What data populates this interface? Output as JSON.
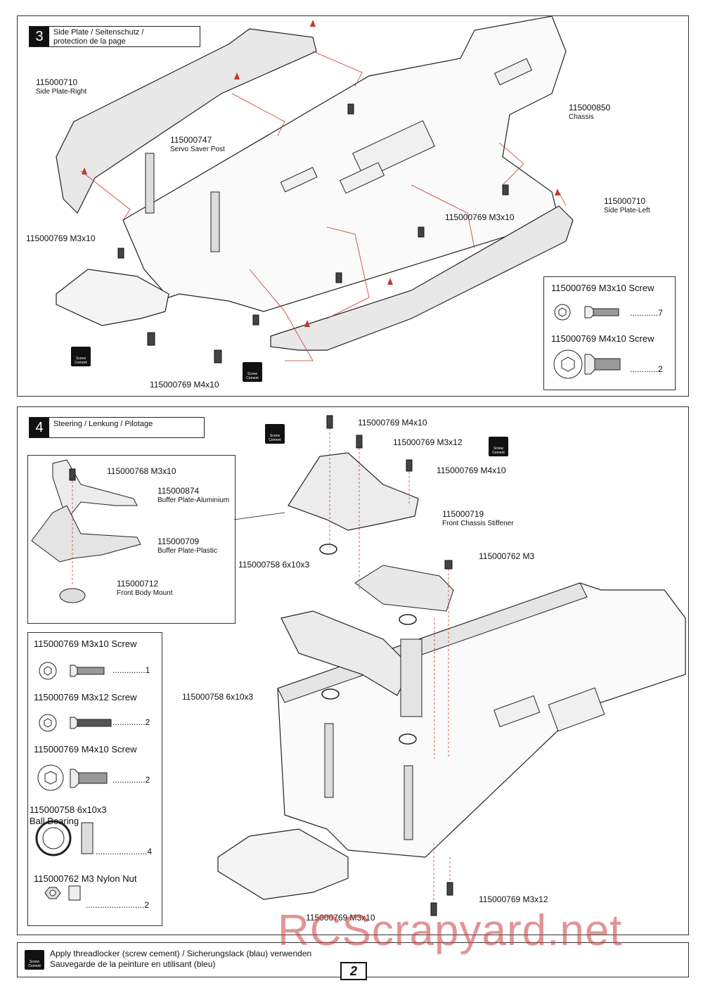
{
  "step3": {
    "number": "3",
    "title_line1": "Side Plate / Seitenschutz /",
    "title_line2": "protection de la page",
    "labels": {
      "side_plate_right_code": "115000710",
      "side_plate_right_name": "Side Plate-Right",
      "servo_post_code": "115000747",
      "servo_post_name": "Servo Saver Post",
      "chassis_code": "115000850",
      "chassis_name": "Chassis",
      "side_plate_left_code": "115000710",
      "side_plate_left_name": "Side Plate-Left",
      "m3x10_left": "115000769  M3x10",
      "m3x10_mid": "115000769  M3x10",
      "m4x10_bottom": "115000769  M4x10"
    },
    "parts_box": {
      "item1_title": "115000769  M3x10 Screw",
      "item1_qty": "............7",
      "item2_title": "115000769  M4x10 Screw",
      "item2_qty": "............2"
    }
  },
  "step4": {
    "number": "4",
    "title": "Steering / Lenkung / Pilotage",
    "labels": {
      "m4x10_top": "115000769  M4x10",
      "m3x12_top": "115000769  M3x12",
      "m4x10_right": "115000769  M4x10",
      "stiffener_code": "115000719",
      "stiffener_name": "Front Chassis Stiffener",
      "nut_label": "115000762  M3",
      "bearing_upper": "115000758  6x10x3",
      "bearing_lower": "115000758  6x10x3",
      "m3x12_bottom": "115000769  M3x12",
      "m3x10_bottom": "115000769  M3x10"
    },
    "inset": {
      "screw": "115000768  M3x10",
      "buffer_alu_code": "115000874",
      "buffer_alu_name": "Buffer Plate-Aluminium",
      "buffer_plastic_code": "115000709",
      "buffer_plastic_name": "Buffer Plate-Plastic",
      "body_mount_code": "115000712",
      "body_mount_name": "Front Body Mount"
    },
    "parts_box": {
      "item1_title": "115000769  M3x10 Screw",
      "item1_qty": "..............1",
      "item2_title": "115000769  M3x12 Screw",
      "item2_qty": "..............2",
      "item3_title": "115000769  M4x10 Screw",
      "item3_qty": "..............2",
      "item4_title": "115000758  6x10x3",
      "item4_subtitle": "Ball Bearing",
      "item4_qty": "......................4",
      "item5_title": "115000762  M3 Nylon Nut",
      "item5_qty": ".........................2"
    }
  },
  "screw_cement_icon_text": "Screw Cement",
  "footer": {
    "line1": "Apply threadlocker (screw cement) / Sicherungslack (blau) verwenden",
    "line2": "Sauvegarde de la peinture en utilisant (bleu)",
    "page_number": "2"
  },
  "watermark": "RCScrapyard.net",
  "colors": {
    "guide_line": "#c0392b",
    "outline": "#222222"
  }
}
